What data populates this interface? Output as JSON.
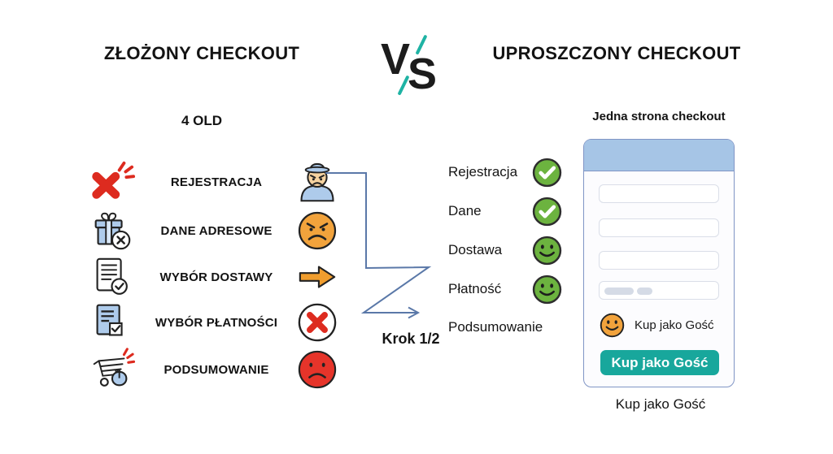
{
  "left": {
    "title": "ZŁOŻONY CHECKOUT",
    "subtitle": "4 OLD",
    "steps": [
      {
        "label": "REJESTRACJA",
        "icon": "broken-x-icon",
        "emotion": "angry-person-icon"
      },
      {
        "label": "DANE ADRESOWE",
        "icon": "gift-box-cancelled-icon",
        "emotion": "angry-face-icon"
      },
      {
        "label": "WYBÓR DOSTAWY",
        "icon": "document-check-icon",
        "emotion": "orange-arrow-right-icon"
      },
      {
        "label": "WYBÓR PŁATNOŚCI",
        "icon": "document-checkbox-icon",
        "emotion": "red-x-circle-icon"
      },
      {
        "label": "PODSUMOWANIE",
        "icon": "cart-gift-icon",
        "emotion": "sad-face-icon"
      }
    ]
  },
  "center": {
    "vs_v": "V",
    "vs_s": "S",
    "krok_label": "Krok 1/2"
  },
  "right": {
    "title": "UPROSZCZONY CHECKOUT",
    "subtitle": "Jedna strona checkout",
    "steps": [
      {
        "label": "Rejestracja",
        "status": "check-circle"
      },
      {
        "label": "Dane",
        "status": "check-circle"
      },
      {
        "label": "Dostawa",
        "status": "green-smiley"
      },
      {
        "label": "Płatność",
        "status": "green-smiley"
      },
      {
        "label": "Podsumowanie",
        "status": "none"
      }
    ],
    "checkout_card": {
      "input_count": 4,
      "guest_option_label": "Kup jako Gość",
      "guest_button_label": "Kup jako Gość",
      "caption": "Kup jako Gość"
    }
  },
  "colors": {
    "teal_accent": "#1FB3A4",
    "button_teal": "#18A79C",
    "success_green": "#6CB33F",
    "warning_orange": "#F2A33C",
    "error_red": "#DD2B1F",
    "icon_blue": "#AECBEB",
    "card_header_blue": "#A6C5E6",
    "flow_arrow_blue": "#5A78A8"
  }
}
